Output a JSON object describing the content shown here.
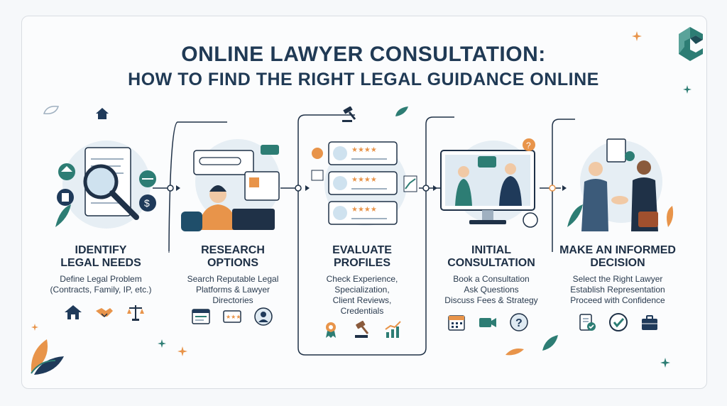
{
  "title": {
    "line1": "ONLINE LAWYER CONSULTATION:",
    "line2": "HOW TO FIND THE RIGHT LEGAL GUIDANCE ONLINE"
  },
  "colors": {
    "navy": "#1f3a5a",
    "teal": "#2d7d74",
    "orange": "#e8944a",
    "background": "#f6f8fa"
  },
  "steps": [
    {
      "heading": [
        "IDENTIFY",
        "LEGAL NEEDS"
      ],
      "description": [
        "Define Legal Problem",
        "(Contracts, Family, IP, etc.)"
      ],
      "icons": [
        "house-icon",
        "handshake-icon",
        "scales-icon"
      ]
    },
    {
      "heading": [
        "RESEARCH",
        "OPTIONS"
      ],
      "description": [
        "Search Reputable Legal",
        "Platforms & Lawyer",
        "Directories"
      ],
      "icons": [
        "browser-icon",
        "rating-card-icon",
        "user-profile-icon"
      ]
    },
    {
      "heading": [
        "EVALUATE",
        "PROFILES"
      ],
      "description": [
        "Check Experience,",
        "Specialization,",
        "Client Reviews,",
        "Credentials"
      ],
      "icons": [
        "award-ribbon-icon",
        "gavel-icon",
        "growth-chart-icon"
      ]
    },
    {
      "heading": [
        "INITIAL",
        "CONSULTATION"
      ],
      "description": [
        "Book a Consultation",
        "Ask Questions",
        "Discuss Fees & Strategy"
      ],
      "icons": [
        "calendar-icon",
        "video-camera-icon",
        "question-mark-icon"
      ]
    },
    {
      "heading": [
        "MAKE AN INFORMED",
        "DECISION"
      ],
      "description": [
        "Select the Right Lawyer",
        "Establish Representation",
        "Proceed with Confidence"
      ],
      "icons": [
        "document-check-icon",
        "checkmark-icon",
        "briefcase-icon"
      ]
    }
  ]
}
